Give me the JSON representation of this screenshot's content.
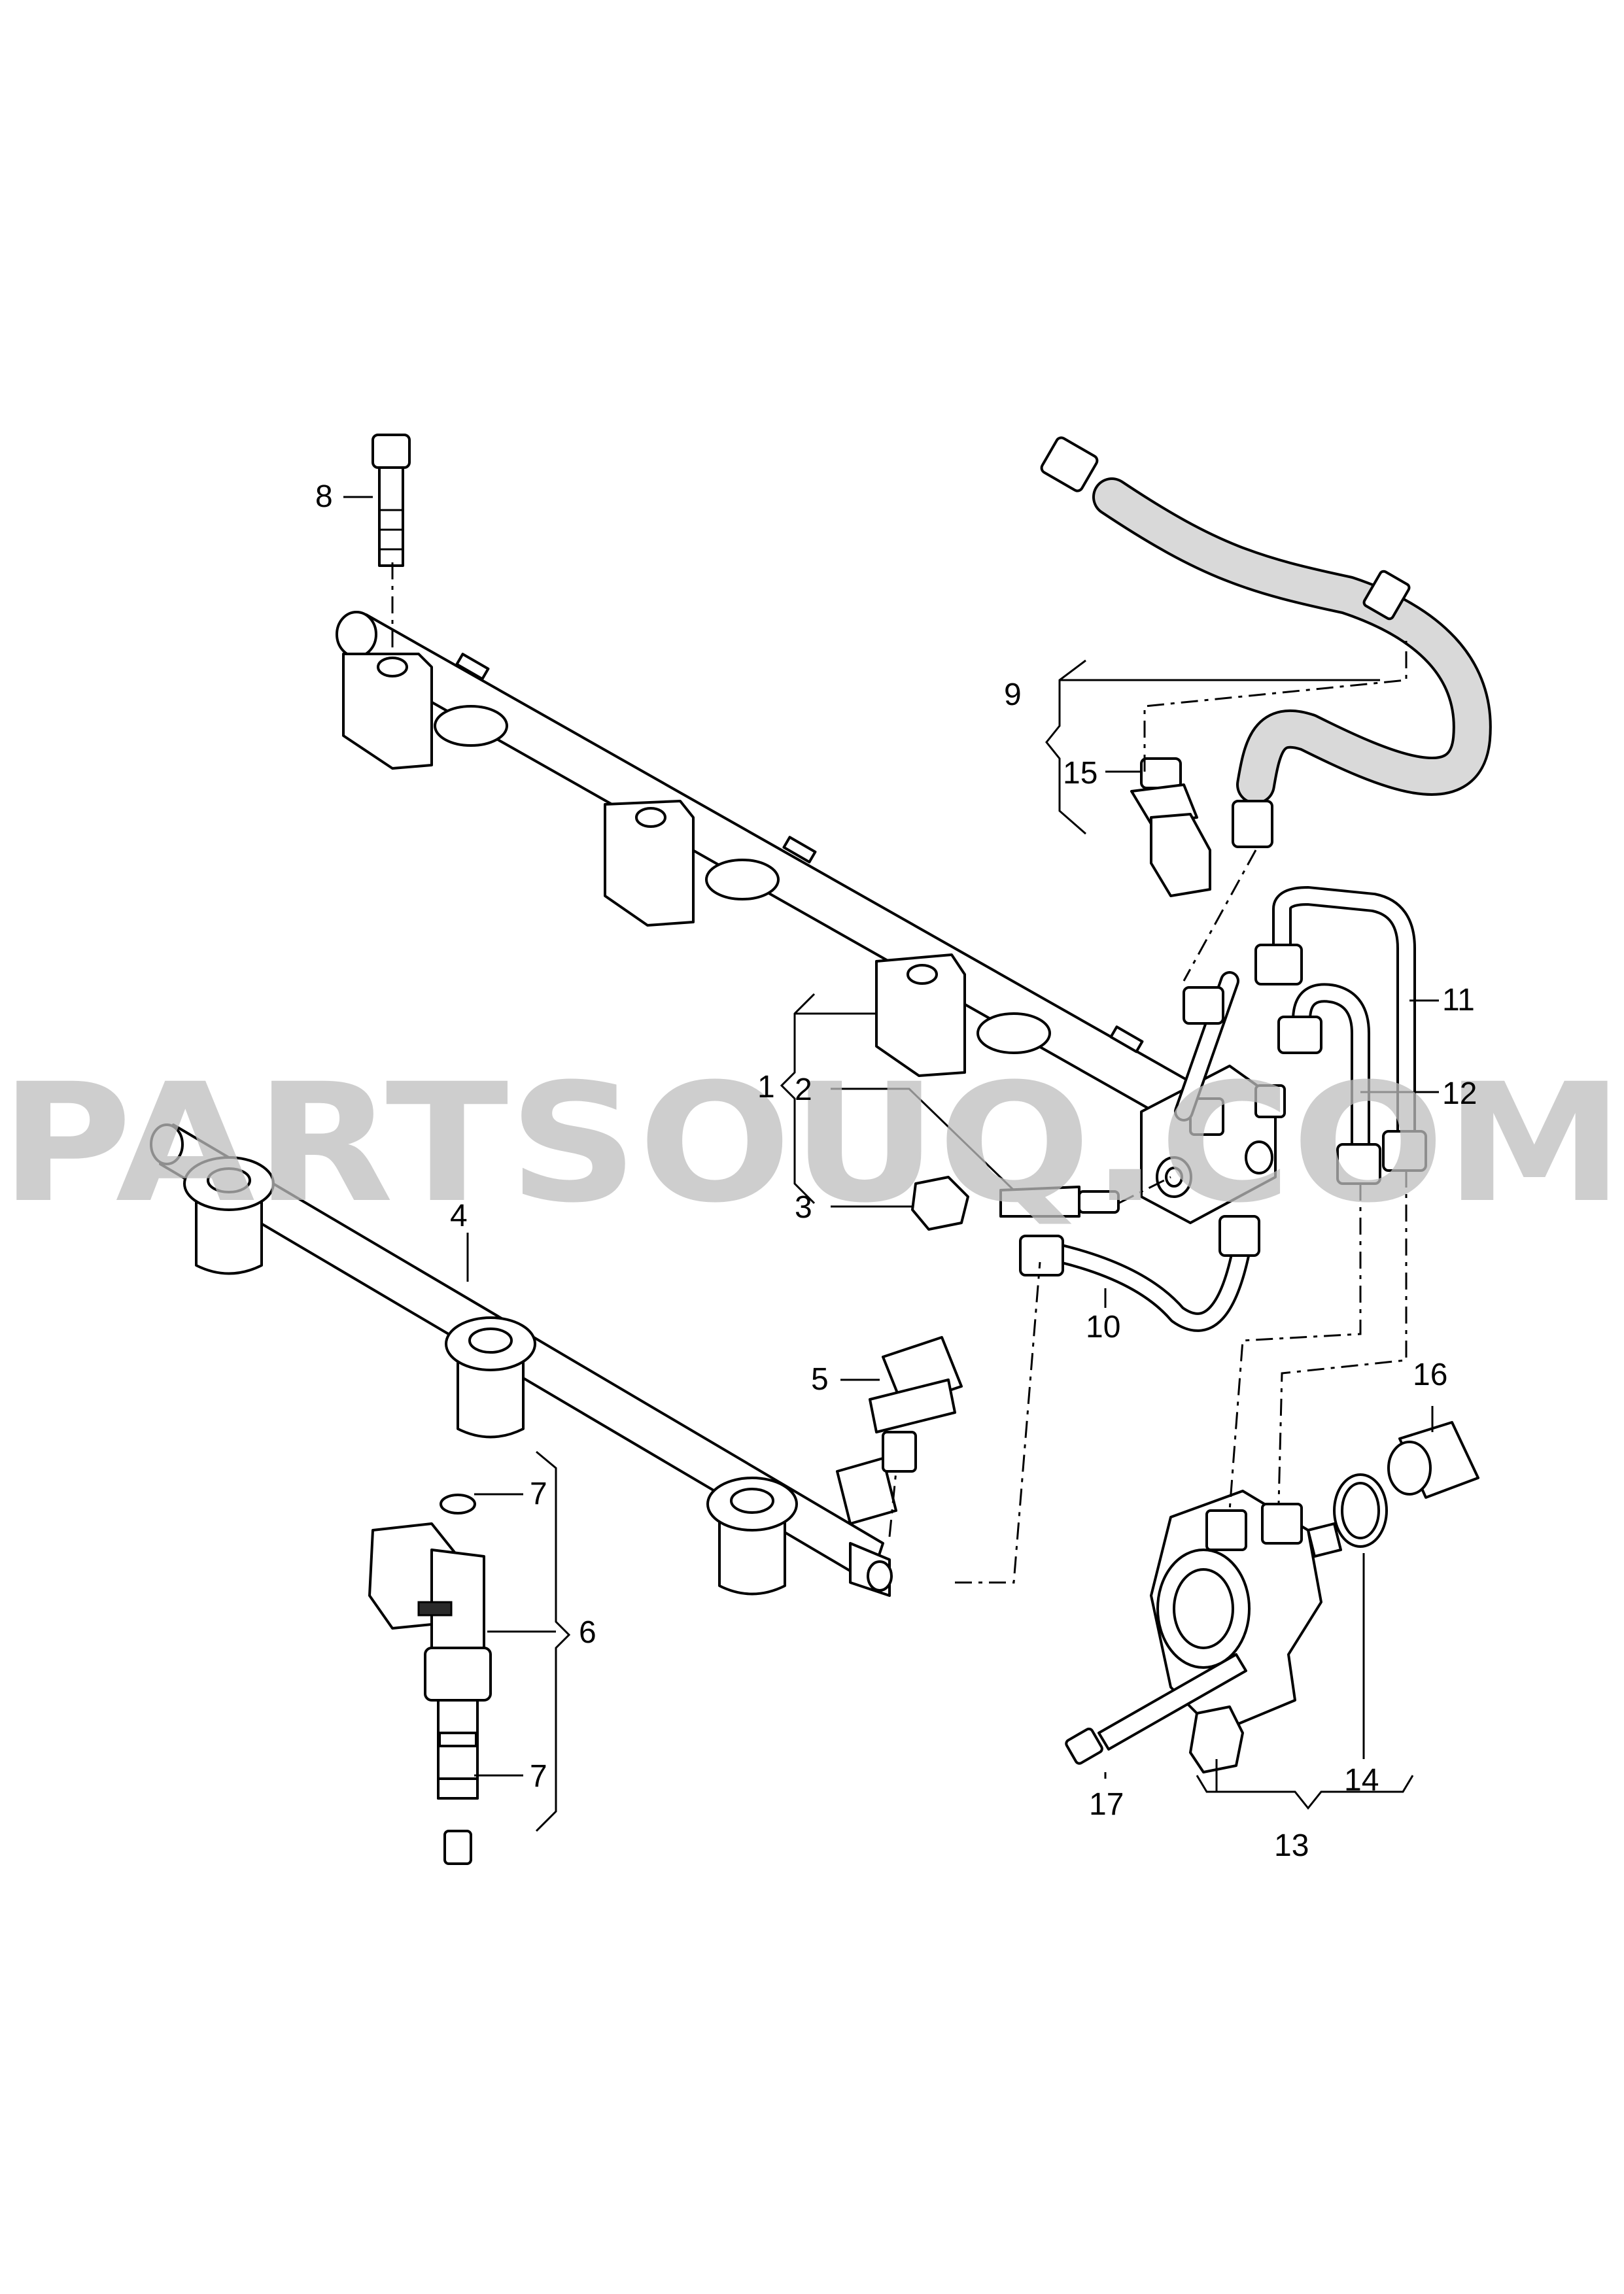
{
  "watermark": "PARTSOUQ.COM",
  "callouts": {
    "c1": "1",
    "c2": "2",
    "c3": "3",
    "c4": "4",
    "c5": "5",
    "c6": "6",
    "c7a": "7",
    "c7b": "7",
    "c8": "8",
    "c9": "9",
    "c10": "10",
    "c11": "11",
    "c12": "12",
    "c13": "13",
    "c14": "14",
    "c15": "15",
    "c16": "16",
    "c17": "17"
  }
}
